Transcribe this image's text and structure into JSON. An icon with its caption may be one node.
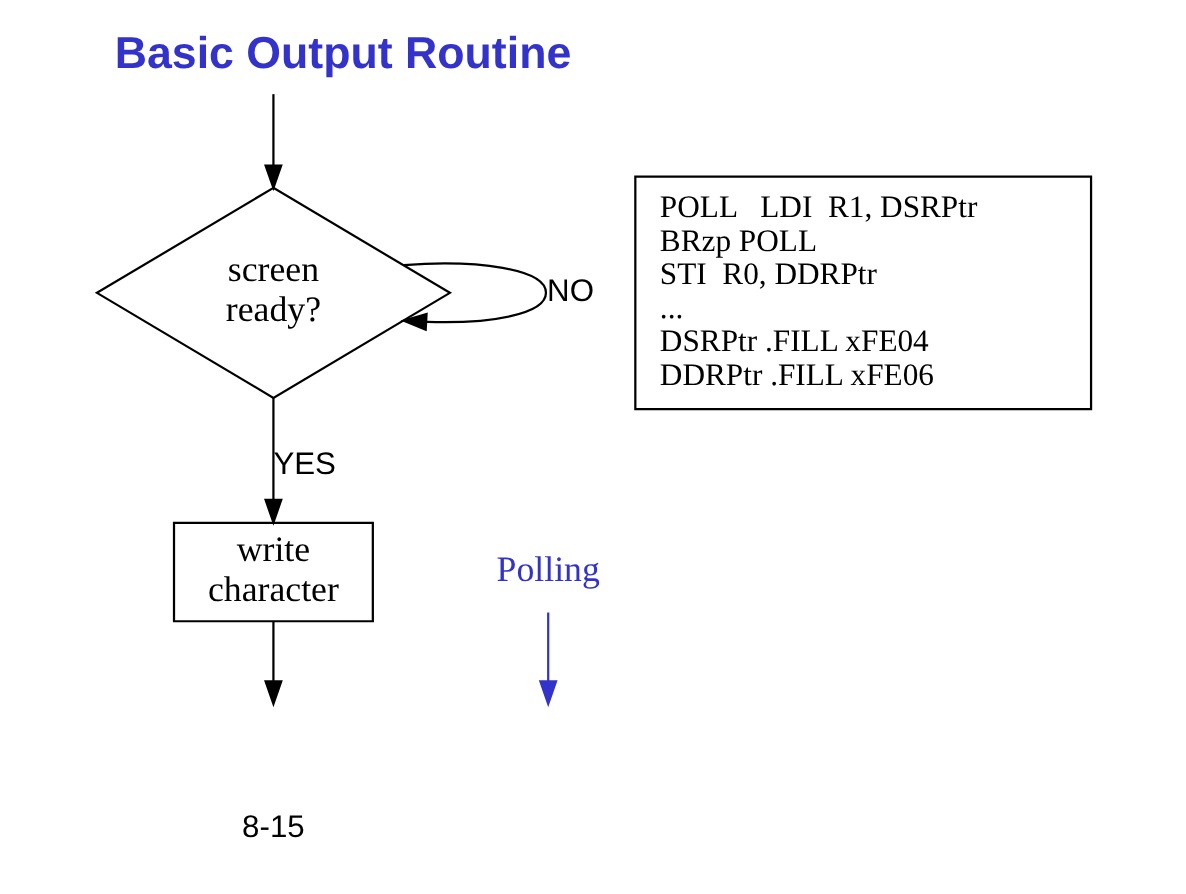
{
  "diagram": {
    "title": "Basic Output Routine",
    "nodes": [
      {
        "text": [
          "screen ready?"
        ]
      },
      {
        "text": [
          "write character"
        ]
      },
      {
        "text": [
          "Polling"
        ]
      },
      {
        "text": [
          "POLL   LDI  R1, DSRPtr",
          "BRzp POLL",
          "STI  R0, DDRPtr",
          "...",
          "DSRPtr .FILL xFE04",
          "DDRPtr .FILL xFE06"
        ]
      }
    ],
    "edges": [
      {
        "from": null,
        "to": 0,
        "arrow": "to"
      },
      {
        "from": 0,
        "to": 0,
        "arrow": "to",
        "label": "NO"
      },
      {
        "from": 0,
        "to": 1,
        "arrow": "to",
        "label": "YES"
      },
      {
        "from": 1,
        "to": null,
        "arrow": "to"
      },
      {
        "from": 2,
        "to": null,
        "arrow": "to",
        "color": "#3333cc"
      }
    ],
    "labels": [
      "8-15"
    ]
  }
}
